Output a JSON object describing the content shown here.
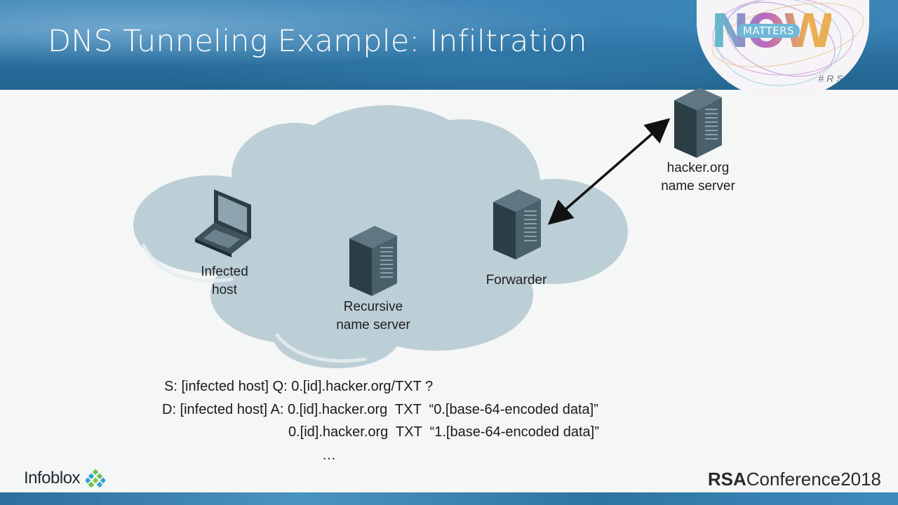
{
  "slide": {
    "title": "DNS Tunneling Example:  Infiltration"
  },
  "badge": {
    "now_text": "NOW",
    "matters_text": "MATTERS",
    "hashtag": "#RSAC"
  },
  "diagram": {
    "nodes": {
      "infected_host": {
        "line1": "Infected",
        "line2": "host",
        "icon": "laptop-icon"
      },
      "recursive_server": {
        "line1": "Recursive",
        "line2": "name server",
        "icon": "server-icon"
      },
      "forwarder": {
        "line1": "Forwarder",
        "icon": "server-icon"
      },
      "hacker_server": {
        "line1": "hacker.org",
        "line2": "name server",
        "icon": "server-icon"
      }
    },
    "arrow": "bidirectional-arrow"
  },
  "dns_exchange": {
    "line1": "S: [infected host] Q: 0.[id].hacker.org/TXT ?",
    "line2": "D: [infected host] A: 0.[id].hacker.org  TXT  “0.[base-64-encoded data]”",
    "line3": "0.[id].hacker.org  TXT  “1.[base-64-encoded data]”",
    "line4": "…"
  },
  "footer": {
    "infoblox": "Infoblox",
    "rsa_bold": "RSA",
    "rsa_rest": "Conference2018"
  },
  "colors": {
    "cloud": "#bccfd7",
    "server_front": "#2b3e46",
    "server_side": "#6f8894",
    "header": "#2a6f9f"
  }
}
